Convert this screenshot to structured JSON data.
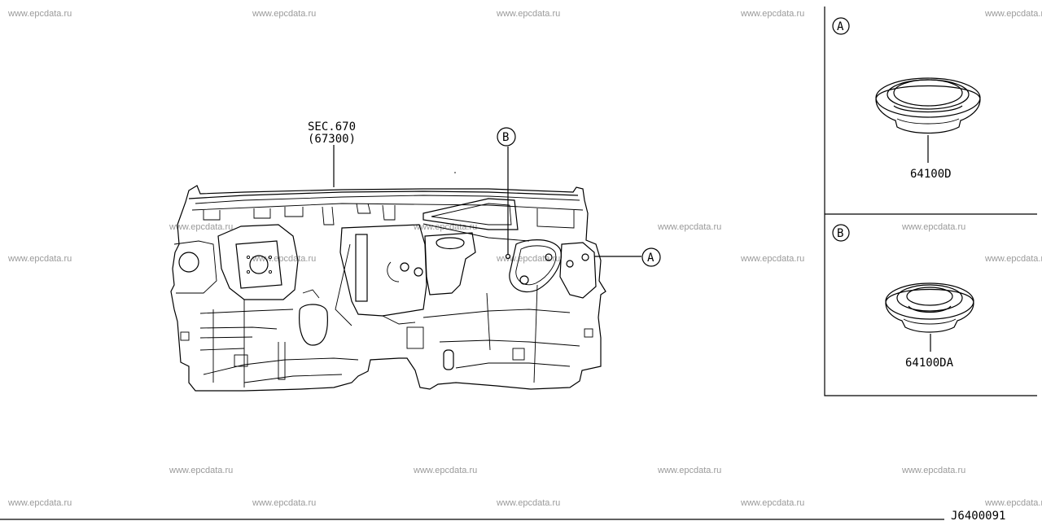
{
  "watermark": "www.epcdata.ru",
  "labels": {
    "sec_ref": "SEC.670",
    "sec_part": "(67300)",
    "callout_a": "A",
    "callout_b": "B",
    "part_a": "64100D",
    "part_b": "64100DA",
    "diagram_code": "J6400091"
  },
  "colors": {
    "line": "#000000",
    "watermark": "#9a9a9a",
    "background": "#ffffff"
  }
}
